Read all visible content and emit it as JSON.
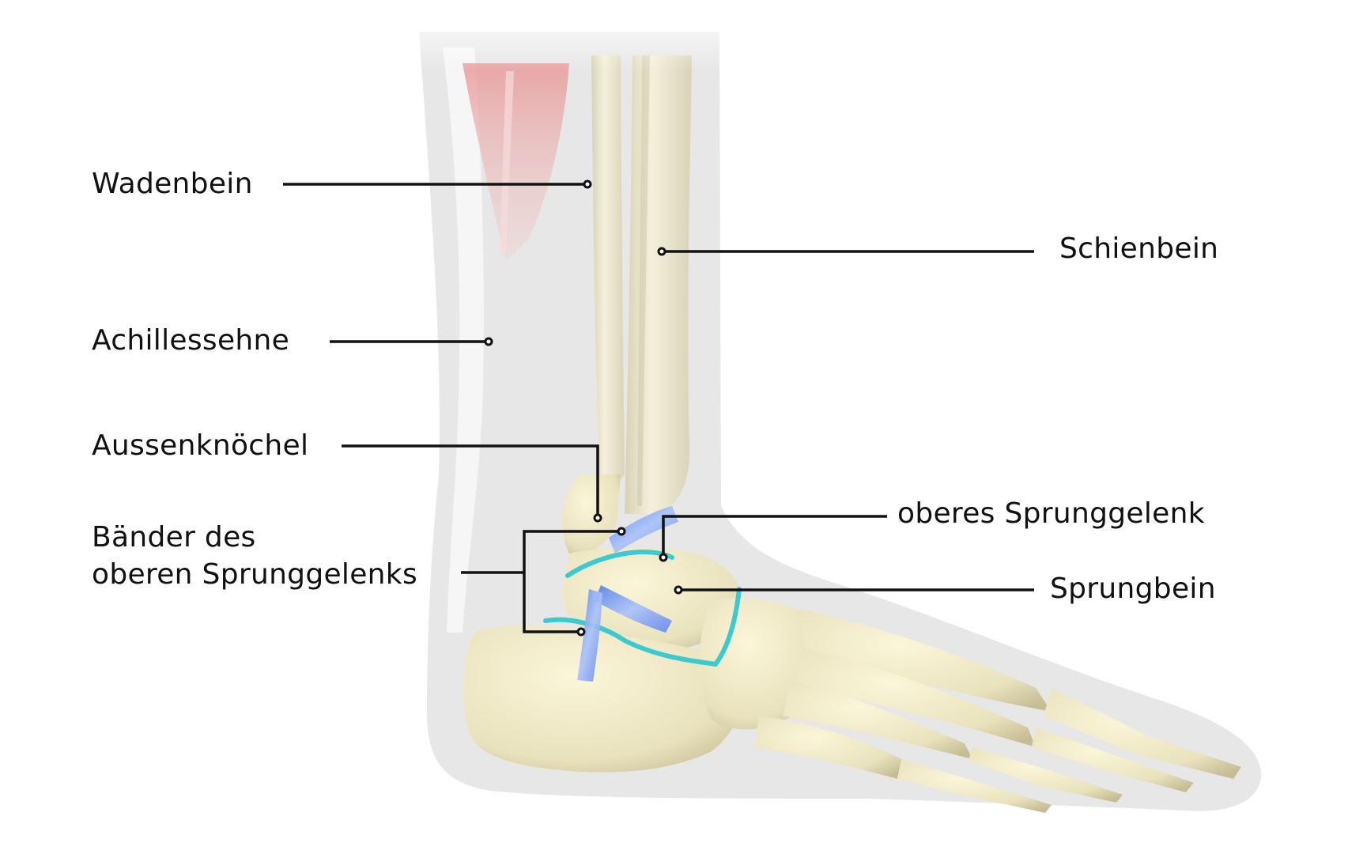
{
  "diagram": {
    "subject": "Ankle joint anatomy (lateral view, right foot)",
    "language": "de",
    "colors": {
      "background": "#ffffff",
      "skin_silhouette": "#e6e6e6",
      "bone": "#f1ecd0",
      "bone_shadow": "#c9c2a0",
      "muscle": "#e8a3a3",
      "ligament": "#6f93f0",
      "joint_line": "#3cc9cf",
      "leader_line": "#111111"
    },
    "labels": {
      "wadenbein": "Wadenbein",
      "schienbein": "Schienbein",
      "achillessehne": "Achillessehne",
      "aussenknoechel": "Aussenknöchel",
      "baender_line1": "Bänder des",
      "baender_line2": "oberen Sprunggelenks",
      "oberes_sprunggelenk": "oberes Sprunggelenk",
      "sprungbein": "Sprungbein"
    }
  }
}
